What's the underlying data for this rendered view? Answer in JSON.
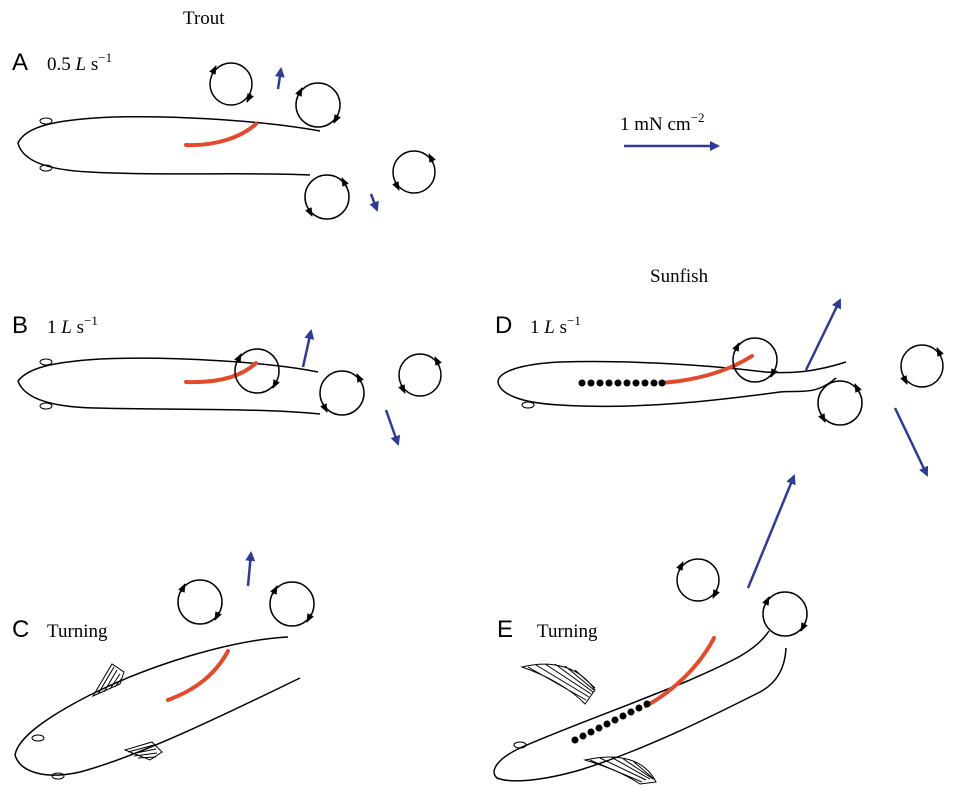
{
  "titles": {
    "trout": "Trout",
    "sunfish": "Sunfish"
  },
  "panels": [
    {
      "letter": "A",
      "condition": "0.5 L s⁻¹",
      "num": "0.5",
      "unit": "L",
      "rest": " s",
      "sup": "−1"
    },
    {
      "letter": "B",
      "condition": "1 L s⁻¹",
      "num": "1",
      "unit": "L",
      "rest": " s",
      "sup": "−1"
    },
    {
      "letter": "C",
      "condition": "Turning"
    },
    {
      "letter": "D",
      "condition": "1 L s⁻¹",
      "num": "1",
      "unit": "L",
      "rest": " s",
      "sup": "−1"
    },
    {
      "letter": "E",
      "condition": "Turning"
    }
  ],
  "scale_bar": {
    "label": "1 mN cm",
    "sup": "−2"
  },
  "colors": {
    "muscle": "#e24a2b",
    "jet": "#2e3b95",
    "outline": "#000000",
    "dots": "#000000"
  }
}
